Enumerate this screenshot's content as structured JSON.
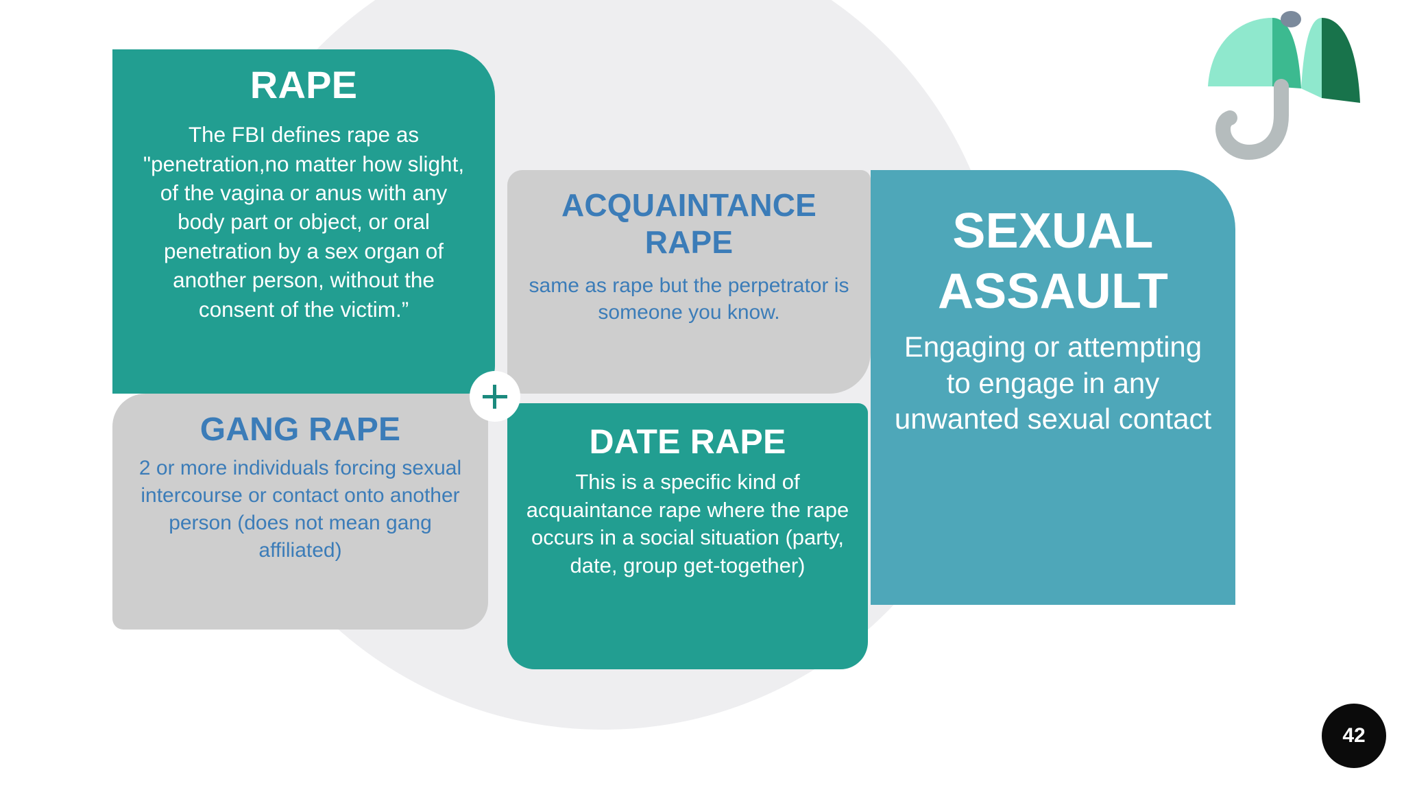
{
  "slide": {
    "page_number": "42",
    "background_color": "#ffffff",
    "backdrop_circle_color": "#eeeef0"
  },
  "cards": [
    {
      "id": "rape",
      "title": "RAPE",
      "body": "The FBI defines rape as \"penetration,no matter how slight, of the vagina or anus with any body part or object, or oral penetration by a sex organ of another person, without the consent of the victim.”",
      "background_color": "#229e91",
      "title_color": "#ffffff",
      "body_color": "#ffffff"
    },
    {
      "id": "acquaintance_rape",
      "title": "ACQUAINTANCE RAPE",
      "body": "same as rape but the perpetrator is someone you know.",
      "background_color": "#cecece",
      "title_color": "#3b7cb8",
      "body_color": "#3b7cb8"
    },
    {
      "id": "sexual_assault",
      "title": "SEXUAL ASSAULT",
      "body": "Engaging or attempting to engage in any unwanted sexual contact",
      "background_color": "#4ea7b9",
      "title_color": "#ffffff",
      "body_color": "#ffffff"
    },
    {
      "id": "gang_rape",
      "title": "GANG RAPE",
      "body": "2 or more individuals forcing sexual intercourse or contact onto another person (does not mean gang affiliated)",
      "background_color": "#cecece",
      "title_color": "#3b7cb8",
      "body_color": "#3b7cb8"
    },
    {
      "id": "date_rape",
      "title": "DATE RAPE",
      "body": "This is a specific kind of acquaintance rape where the rape occurs in a social situation (party, date, group get-together)",
      "background_color": "#229e91",
      "title_color": "#ffffff",
      "body_color": "#ffffff"
    }
  ],
  "decorations": {
    "plus_badge": {
      "icon": "plus-icon",
      "circle_color": "#ffffff",
      "glyph_color": "#1b8a7e"
    },
    "umbrella": {
      "icon": "umbrella-icon",
      "canopy_colors": [
        "#8fe8cd",
        "#3cba90",
        "#8fe8cd",
        "#18734b"
      ],
      "handle_color": "#b5bcbd",
      "finial_color": "#7b8a9c"
    }
  }
}
